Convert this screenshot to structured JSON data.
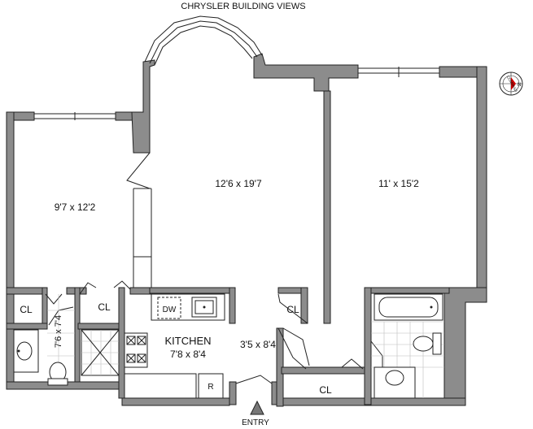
{
  "header": {
    "views": "CHRYSLER BUILDING VIEWS"
  },
  "rooms": {
    "left_bedroom": "9'7 x 12'2",
    "living_room": "12'6 x 19'7",
    "right_bedroom": "11' x 15'2",
    "kitchen_name": "KITCHEN",
    "kitchen_dims": "7'8 x 8'4",
    "foyer": "3'5 x 8'4",
    "bath_dims": "7'6 x 7'4"
  },
  "closets": {
    "cl1": "CL",
    "cl2": "CL",
    "cl3": "CL",
    "cl4": "CL"
  },
  "appliances": {
    "dishwasher": "DW",
    "refrigerator": "R"
  },
  "entry": {
    "label": "ENTRY"
  },
  "compass": {
    "text": "COMPASS",
    "north": "N"
  }
}
